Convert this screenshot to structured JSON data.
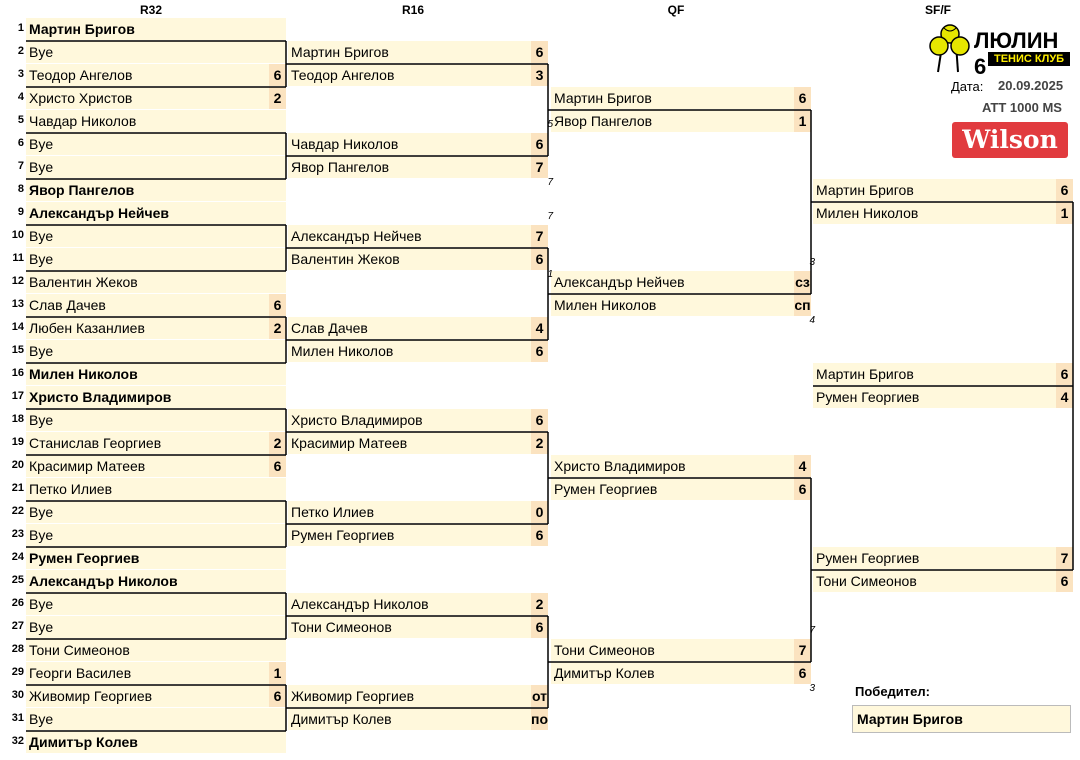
{
  "headers": [
    "R32",
    "R16",
    "QF",
    "SF/F"
  ],
  "r32": [
    {
      "n": "1",
      "name": "Мартин Бригов",
      "bold": true,
      "score": ""
    },
    {
      "n": "2",
      "name": "Bye",
      "bold": false,
      "score": ""
    },
    {
      "n": "3",
      "name": "Теодор Ангелов",
      "bold": false,
      "score": "6"
    },
    {
      "n": "4",
      "name": "Христо Христов",
      "bold": false,
      "score": "2"
    },
    {
      "n": "5",
      "name": "Чавдар Николов",
      "bold": false,
      "score": ""
    },
    {
      "n": "6",
      "name": "Bye",
      "bold": false,
      "score": ""
    },
    {
      "n": "7",
      "name": "Bye",
      "bold": false,
      "score": ""
    },
    {
      "n": "8",
      "name": "Явор Пангелов",
      "bold": true,
      "score": ""
    },
    {
      "n": "9",
      "name": "Александър Нейчев",
      "bold": true,
      "score": ""
    },
    {
      "n": "10",
      "name": "Bye",
      "bold": false,
      "score": ""
    },
    {
      "n": "11",
      "name": "Bye",
      "bold": false,
      "score": ""
    },
    {
      "n": "12",
      "name": "Валентин Жеков",
      "bold": false,
      "score": ""
    },
    {
      "n": "13",
      "name": "Слав Дачев",
      "bold": false,
      "score": "6"
    },
    {
      "n": "14",
      "name": "Любен Казанлиев",
      "bold": false,
      "score": "2"
    },
    {
      "n": "15",
      "name": "Bye",
      "bold": false,
      "score": ""
    },
    {
      "n": "16",
      "name": "Милен Николов",
      "bold": true,
      "score": ""
    },
    {
      "n": "17",
      "name": "Христо Владимиров",
      "bold": true,
      "score": ""
    },
    {
      "n": "18",
      "name": "Bye",
      "bold": false,
      "score": ""
    },
    {
      "n": "19",
      "name": "Станислав Георгиев",
      "bold": false,
      "score": "2"
    },
    {
      "n": "20",
      "name": "Красимир Матеев",
      "bold": false,
      "score": "6"
    },
    {
      "n": "21",
      "name": "Петко Илиев",
      "bold": false,
      "score": ""
    },
    {
      "n": "22",
      "name": "Bye",
      "bold": false,
      "score": ""
    },
    {
      "n": "23",
      "name": "Bye",
      "bold": false,
      "score": ""
    },
    {
      "n": "24",
      "name": "Румен Георгиев",
      "bold": true,
      "score": ""
    },
    {
      "n": "25",
      "name": "Александър Николов",
      "bold": true,
      "score": ""
    },
    {
      "n": "26",
      "name": "Bye",
      "bold": false,
      "score": ""
    },
    {
      "n": "27",
      "name": "Bye",
      "bold": false,
      "score": ""
    },
    {
      "n": "28",
      "name": "Тони Симеонов",
      "bold": false,
      "score": ""
    },
    {
      "n": "29",
      "name": "Георги Василев",
      "bold": false,
      "score": "1"
    },
    {
      "n": "30",
      "name": "Живомир Георгиев",
      "bold": false,
      "score": "6"
    },
    {
      "n": "31",
      "name": "Bye",
      "bold": false,
      "score": ""
    },
    {
      "n": "32",
      "name": "Димитър Колев",
      "bold": true,
      "score": ""
    }
  ],
  "r16": [
    {
      "name": "Мартин Бригов",
      "score": "6"
    },
    {
      "name": "Теодор Ангелов",
      "score": "3"
    },
    {
      "name": "Чавдар Николов",
      "score": "6"
    },
    {
      "name": "Явор Пангелов",
      "score": "7"
    },
    {
      "name": "Александър Нейчев",
      "score": "7"
    },
    {
      "name": "Валентин Жеков",
      "score": "6"
    },
    {
      "name": "Слав Дачев",
      "score": "4"
    },
    {
      "name": "Милен Николов",
      "score": "6"
    },
    {
      "name": "Христо Владимиров",
      "score": "6"
    },
    {
      "name": "Красимир Матеев",
      "score": "2"
    },
    {
      "name": "Петко Илиев",
      "score": "0"
    },
    {
      "name": "Румен Георгиев",
      "score": "6"
    },
    {
      "name": "Александър Николов",
      "score": "2"
    },
    {
      "name": "Тони Симеонов",
      "score": "6"
    },
    {
      "name": "Живомир Георгиев",
      "score": "от"
    },
    {
      "name": "Димитър Колев",
      "score": "по"
    }
  ],
  "qf": [
    {
      "name": "Мартин Бригов",
      "score": "6"
    },
    {
      "name": "Явор Пангелов",
      "score": "1"
    },
    {
      "name": "Александър Нейчев",
      "score": "сз"
    },
    {
      "name": "Милен Николов",
      "score": "сп"
    },
    {
      "name": "Христо Владимиров",
      "score": "4"
    },
    {
      "name": "Румен Георгиев",
      "score": "6"
    },
    {
      "name": "Тони Симеонов",
      "score": "7"
    },
    {
      "name": "Димитър Колев",
      "score": "6"
    }
  ],
  "sf": [
    {
      "name": "Мартин Бригов",
      "score": "6"
    },
    {
      "name": "Милен Николов",
      "score": "1"
    },
    {
      "name": "Румен Георгиев",
      "score": "7"
    },
    {
      "name": "Тони Симеонов",
      "score": "6"
    }
  ],
  "final": [
    {
      "name": "Мартин Бригов",
      "score": "6"
    },
    {
      "name": "Румен Георгиев",
      "score": "4"
    }
  ],
  "annotations": [
    "5",
    "7",
    "7",
    "1",
    "3",
    "4",
    "7",
    "3"
  ],
  "club": {
    "name": "ЛЮЛИН 6",
    "subtitle": "ТЕНИС КЛУБ"
  },
  "date_label": "Дата:",
  "date_value": "20.09.2025",
  "tournament": "ATT 1000 MS",
  "sponsor": "Wilson",
  "winner_label": "Победител:",
  "winner_name": "Мартин Бригов"
}
